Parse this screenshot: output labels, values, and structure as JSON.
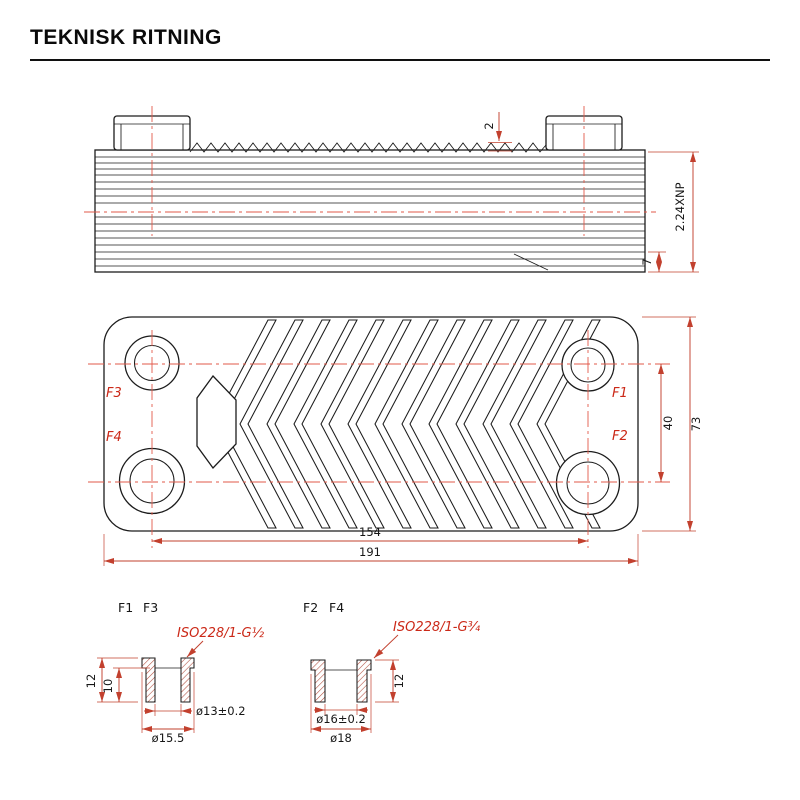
{
  "page": {
    "title": "TEKNISK RITNING"
  },
  "colors": {
    "line": "#1c1c1c",
    "dimension": "#c2402e",
    "centerline": "#e2594a",
    "label": "#cb2817"
  },
  "side_view": {
    "dim_pitch": "2",
    "dim_stack": "2.24XNP",
    "dim_end_plate": "7"
  },
  "front_view": {
    "labels": {
      "f1": "F1",
      "f2": "F2",
      "f3": "F3",
      "f4": "F4"
    },
    "dim_port_spacing_v": "40",
    "dim_height": "73",
    "dim_port_spacing_h": "154",
    "dim_width": "191"
  },
  "details": {
    "left": {
      "port_a": "F1",
      "port_b": "F3",
      "thread": "ISO228/1-G½",
      "dim_height": "12",
      "dim_depth": "10",
      "dim_bore": "ø13±0.2",
      "dim_outer": "ø15.5"
    },
    "right": {
      "port_a": "F2",
      "port_b": "F4",
      "thread": "ISO228/1-G¾",
      "dim_height": "12",
      "dim_bore": "ø16±0.2",
      "dim_outer": "ø18"
    }
  }
}
